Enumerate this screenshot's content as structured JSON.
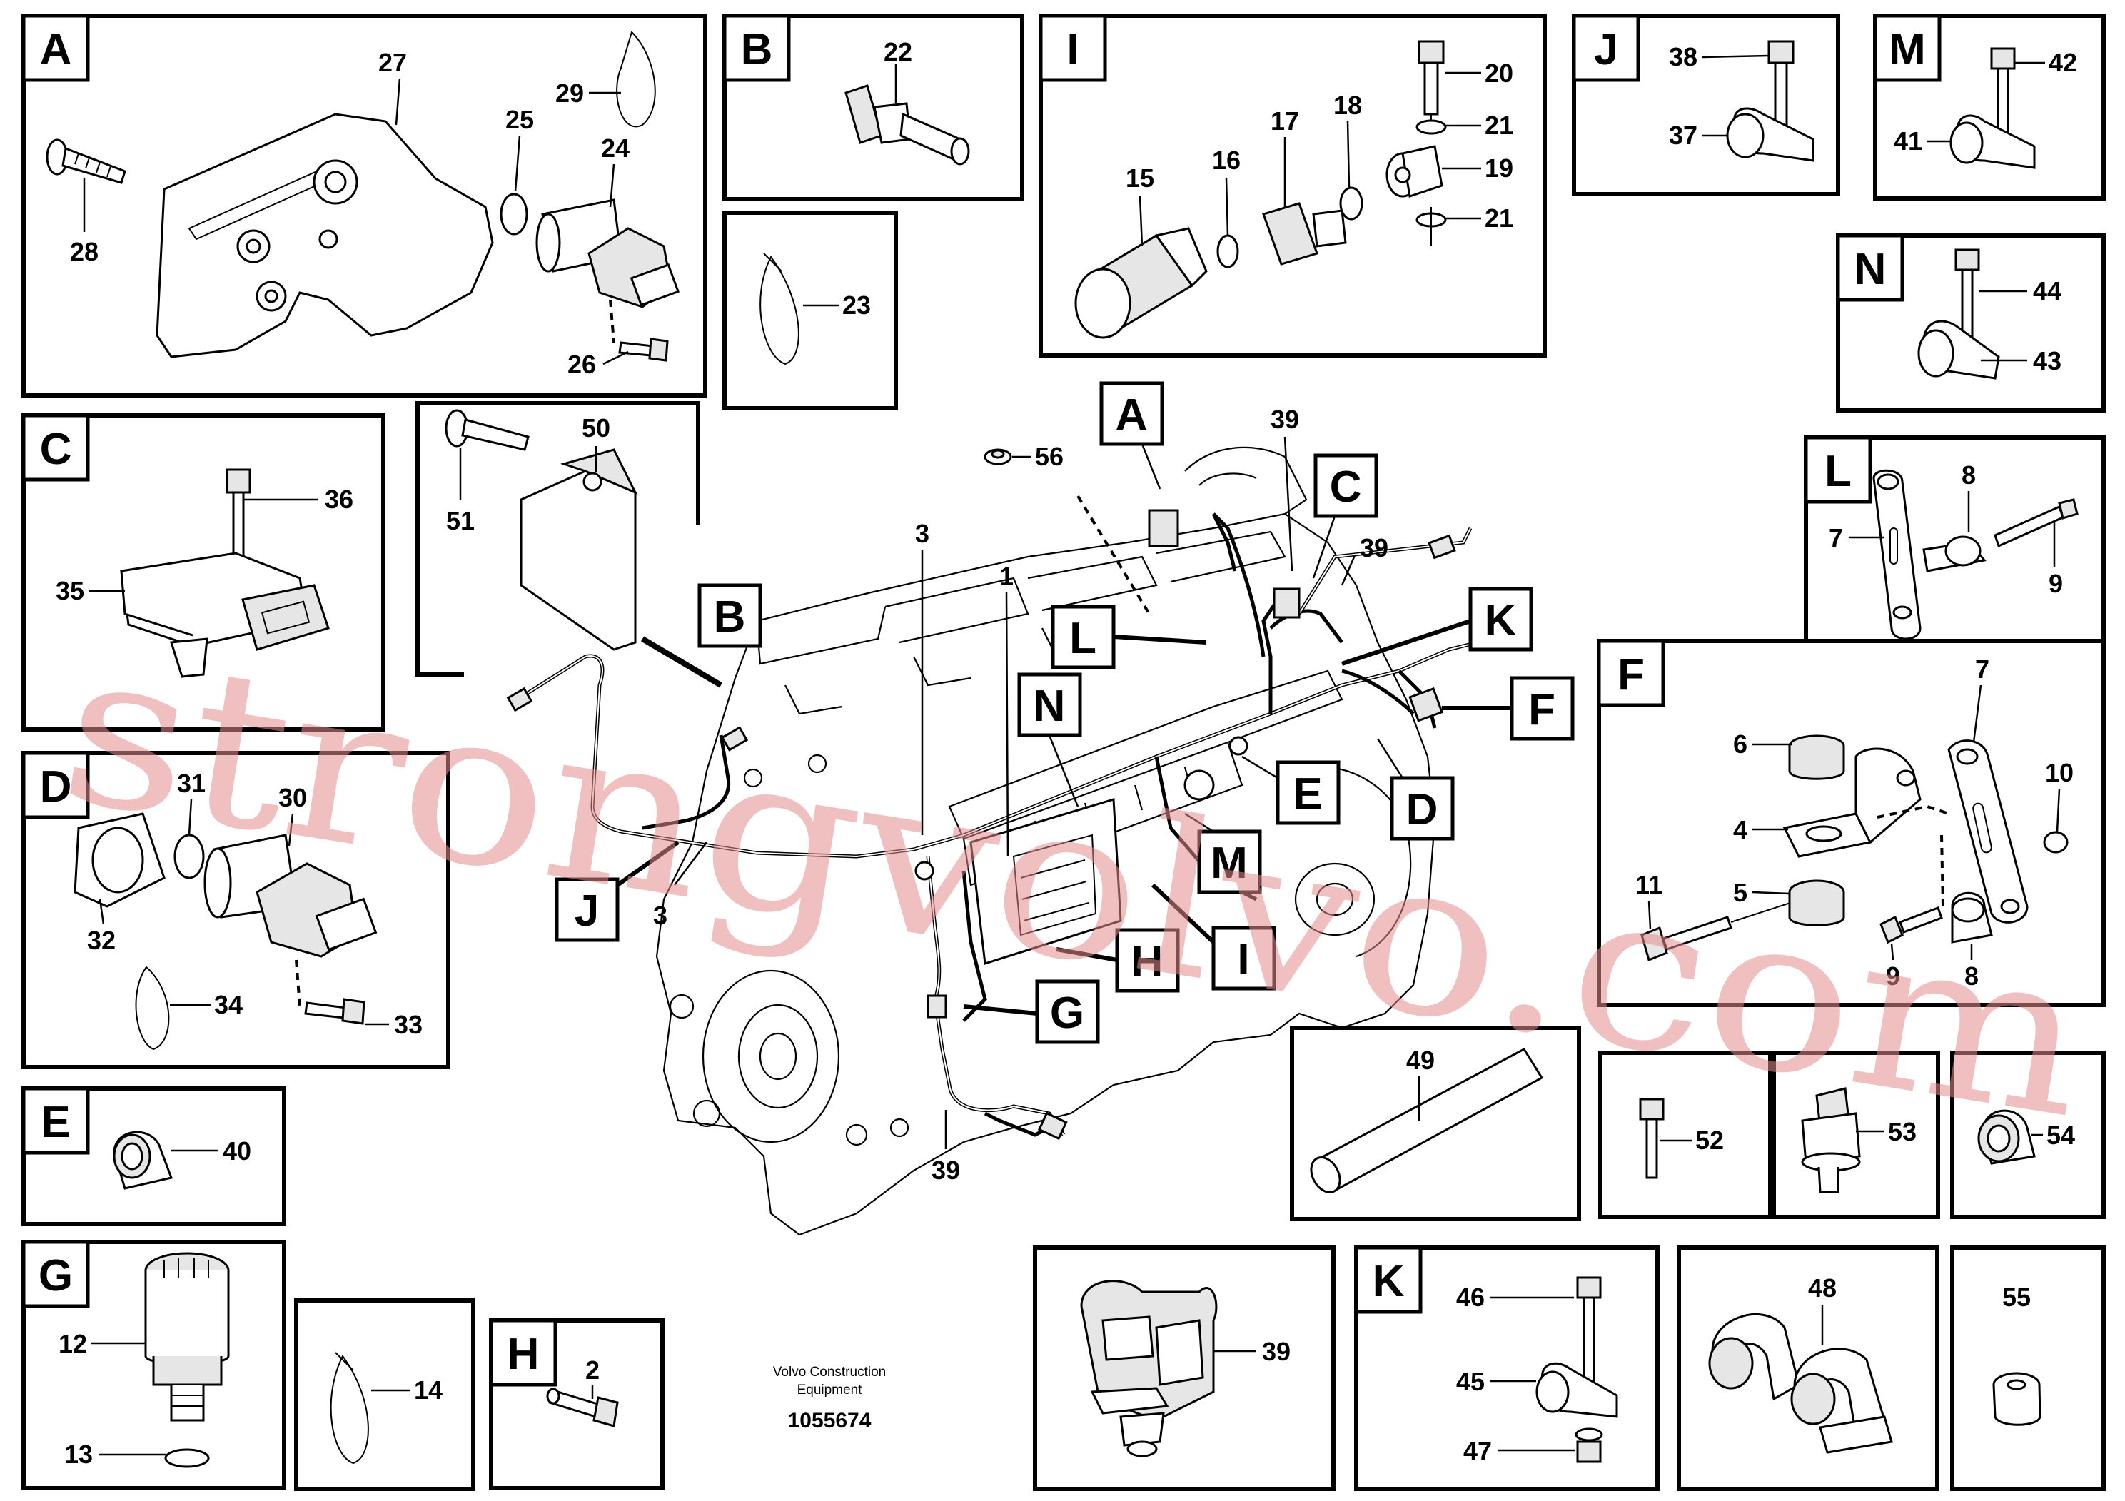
{
  "panels": {
    "A": {
      "letter": "A",
      "labels": [
        "27",
        "29",
        "25",
        "24",
        "28",
        "26"
      ]
    },
    "B": {
      "letter": "B",
      "labels": [
        "22"
      ]
    },
    "I": {
      "letter": "I",
      "labels": [
        "20",
        "17",
        "18",
        "21",
        "15",
        "16",
        "19",
        "21"
      ]
    },
    "J": {
      "letter": "J",
      "labels": [
        "38",
        "37"
      ]
    },
    "M": {
      "letter": "M",
      "labels": [
        "42",
        "41"
      ]
    },
    "N": {
      "letter": "N",
      "labels": [
        "44",
        "43"
      ]
    },
    "C": {
      "letter": "C",
      "labels": [
        "36",
        "35"
      ]
    },
    "L": {
      "letter": "L",
      "labels": [
        "8",
        "7",
        "9"
      ]
    },
    "D": {
      "letter": "D",
      "labels": [
        "31",
        "30",
        "32",
        "34",
        "33"
      ]
    },
    "F": {
      "letter": "F",
      "labels": [
        "7",
        "6",
        "10",
        "4",
        "11",
        "5",
        "9",
        "8"
      ]
    },
    "E": {
      "letter": "E",
      "labels": [
        "40"
      ]
    },
    "G": {
      "letter": "G",
      "labels": [
        "12",
        "13"
      ]
    },
    "H": {
      "letter": "H",
      "labels": [
        "2"
      ]
    },
    "K": {
      "letter": "K",
      "labels": [
        "46",
        "45",
        "47"
      ]
    }
  },
  "loose_labels": [
    "23",
    "50",
    "51",
    "49",
    "52",
    "53",
    "54",
    "39",
    "48",
    "55",
    "14"
  ],
  "main_view": {
    "labels": [
      "56",
      "39",
      "39",
      "3",
      "1",
      "3",
      "39"
    ],
    "callouts": [
      "A",
      "C",
      "B",
      "L",
      "K",
      "F",
      "N",
      "E",
      "D",
      "M",
      "J",
      "H",
      "I",
      "G"
    ]
  },
  "footer": {
    "credit_line1": "Volvo Construction",
    "credit_line2": "Equipment",
    "doc_number": "1055674"
  },
  "watermark": {
    "text": "strongvolvo.com",
    "color": "#e58c8c"
  },
  "colors": {
    "line": "#000000",
    "background": "#ffffff"
  }
}
